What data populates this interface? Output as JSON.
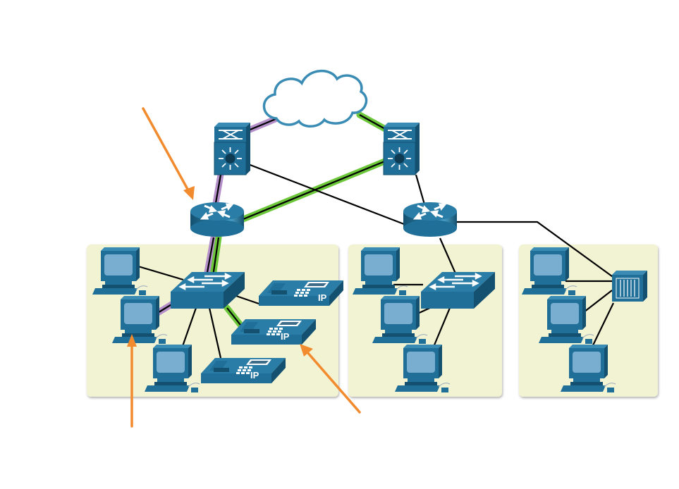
{
  "diagram": {
    "type": "network-topology",
    "colors": {
      "device": "#1f6f99",
      "device_dark": "#14506f",
      "device_light": "#3b8cb5",
      "screen": "#7aaed0",
      "zone_fill": "#f2f3d3",
      "cloud_stroke": "#3b8cb5",
      "arrow": "#f28a2e",
      "highlight_purple": "#b48fc9",
      "highlight_green": "#6cc83a",
      "link": "#000000"
    },
    "phone_label": "IP",
    "nodes": [
      {
        "id": "cloud",
        "kind": "cloud"
      },
      {
        "id": "ms1",
        "kind": "multilayer-switch"
      },
      {
        "id": "ms2",
        "kind": "multilayer-switch"
      },
      {
        "id": "r1",
        "kind": "router"
      },
      {
        "id": "r2",
        "kind": "router"
      },
      {
        "id": "sw1",
        "kind": "switch",
        "zone": "zone-1"
      },
      {
        "id": "sw2",
        "kind": "switch",
        "zone": "zone-2"
      },
      {
        "id": "hub3",
        "kind": "hub",
        "zone": "zone-3"
      },
      {
        "id": "pc1a",
        "kind": "pc",
        "zone": "zone-1"
      },
      {
        "id": "pc1b",
        "kind": "pc",
        "zone": "zone-1"
      },
      {
        "id": "pc1c",
        "kind": "pc",
        "zone": "zone-1"
      },
      {
        "id": "ph1a",
        "kind": "ip-phone",
        "zone": "zone-1"
      },
      {
        "id": "ph1b",
        "kind": "ip-phone",
        "zone": "zone-1"
      },
      {
        "id": "ph1c",
        "kind": "ip-phone",
        "zone": "zone-1"
      },
      {
        "id": "pc2a",
        "kind": "pc",
        "zone": "zone-2"
      },
      {
        "id": "pc2b",
        "kind": "pc",
        "zone": "zone-2"
      },
      {
        "id": "pc2c",
        "kind": "pc",
        "zone": "zone-2"
      },
      {
        "id": "pc3a",
        "kind": "pc",
        "zone": "zone-3"
      },
      {
        "id": "pc3b",
        "kind": "pc",
        "zone": "zone-3"
      },
      {
        "id": "pc3c",
        "kind": "pc",
        "zone": "zone-3"
      }
    ],
    "links": [
      {
        "from": "cloud",
        "to": "ms1",
        "highlight": "purple"
      },
      {
        "from": "cloud",
        "to": "ms2",
        "highlight": "green"
      },
      {
        "from": "ms1",
        "to": "r1",
        "highlight": "purple"
      },
      {
        "from": "ms1",
        "to": "r2",
        "highlight": "none"
      },
      {
        "from": "ms2",
        "to": "r1",
        "highlight": "green"
      },
      {
        "from": "ms2",
        "to": "r2",
        "highlight": "none"
      },
      {
        "from": "r1",
        "to": "sw1",
        "highlight": "purple+green"
      },
      {
        "from": "r2",
        "to": "sw2",
        "highlight": "none"
      },
      {
        "from": "r2",
        "to": "hub3",
        "highlight": "none"
      },
      {
        "from": "sw1",
        "to": "pc1a",
        "highlight": "none"
      },
      {
        "from": "sw1",
        "to": "pc1b",
        "highlight": "purple"
      },
      {
        "from": "sw1",
        "to": "pc1c",
        "highlight": "none"
      },
      {
        "from": "sw1",
        "to": "ph1a",
        "highlight": "none"
      },
      {
        "from": "sw1",
        "to": "ph1b",
        "highlight": "green"
      },
      {
        "from": "sw1",
        "to": "ph1c",
        "highlight": "none"
      },
      {
        "from": "sw2",
        "to": "pc2a",
        "highlight": "none"
      },
      {
        "from": "sw2",
        "to": "pc2b",
        "highlight": "none"
      },
      {
        "from": "sw2",
        "to": "pc2c",
        "highlight": "none"
      },
      {
        "from": "hub3",
        "to": "pc3a",
        "highlight": "none"
      },
      {
        "from": "hub3",
        "to": "pc3b",
        "highlight": "none"
      },
      {
        "from": "hub3",
        "to": "pc3c",
        "highlight": "none"
      }
    ],
    "annotations": [
      {
        "kind": "arrow",
        "points_to": "r1"
      },
      {
        "kind": "arrow",
        "points_to": "pc1b"
      },
      {
        "kind": "arrow",
        "points_to": "ph1b"
      }
    ]
  }
}
